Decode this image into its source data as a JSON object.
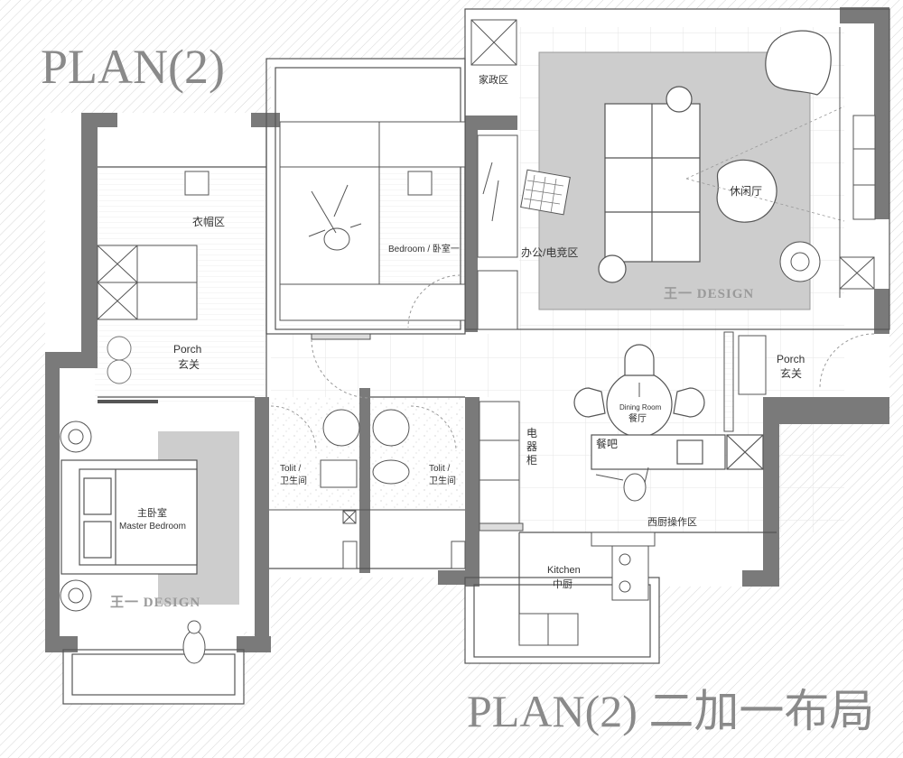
{
  "title": "PLAN(2)",
  "subtitle": "PLAN(2) 二加一布局",
  "watermark": "王一 DESIGN",
  "rooms": {
    "housekeeping": "家政区",
    "leisure_hall": "休闲厅",
    "office": "办公/电竞区",
    "bedroom_en": "Bedroom / 卧室一",
    "wardrobe": "衣帽区",
    "porch_left_en": "Porch",
    "porch_left_cn": "玄关",
    "porch_right_en": "Porch",
    "porch_right_cn": "玄关",
    "master_cn": "主卧室",
    "master_en": "Master Bedroom",
    "toilet1_en": "Tolit /",
    "toilet1_cn": "卫生间",
    "toilet2_en": "Tolit /",
    "toilet2_cn": "卫生间",
    "appliance_cabinet": [
      "电",
      "器",
      "柜"
    ],
    "dining_en": "Dining Room",
    "dining_cn": "餐厅",
    "bar": "餐吧",
    "western_kitchen": "西厨操作区",
    "kitchen_en": "Kitchen",
    "kitchen_cn": "中厨"
  },
  "colors": {
    "wall": "#7a7a7a",
    "rug": "#cdcdcd",
    "line": "#555555",
    "hatch": "#d9d9d9"
  }
}
